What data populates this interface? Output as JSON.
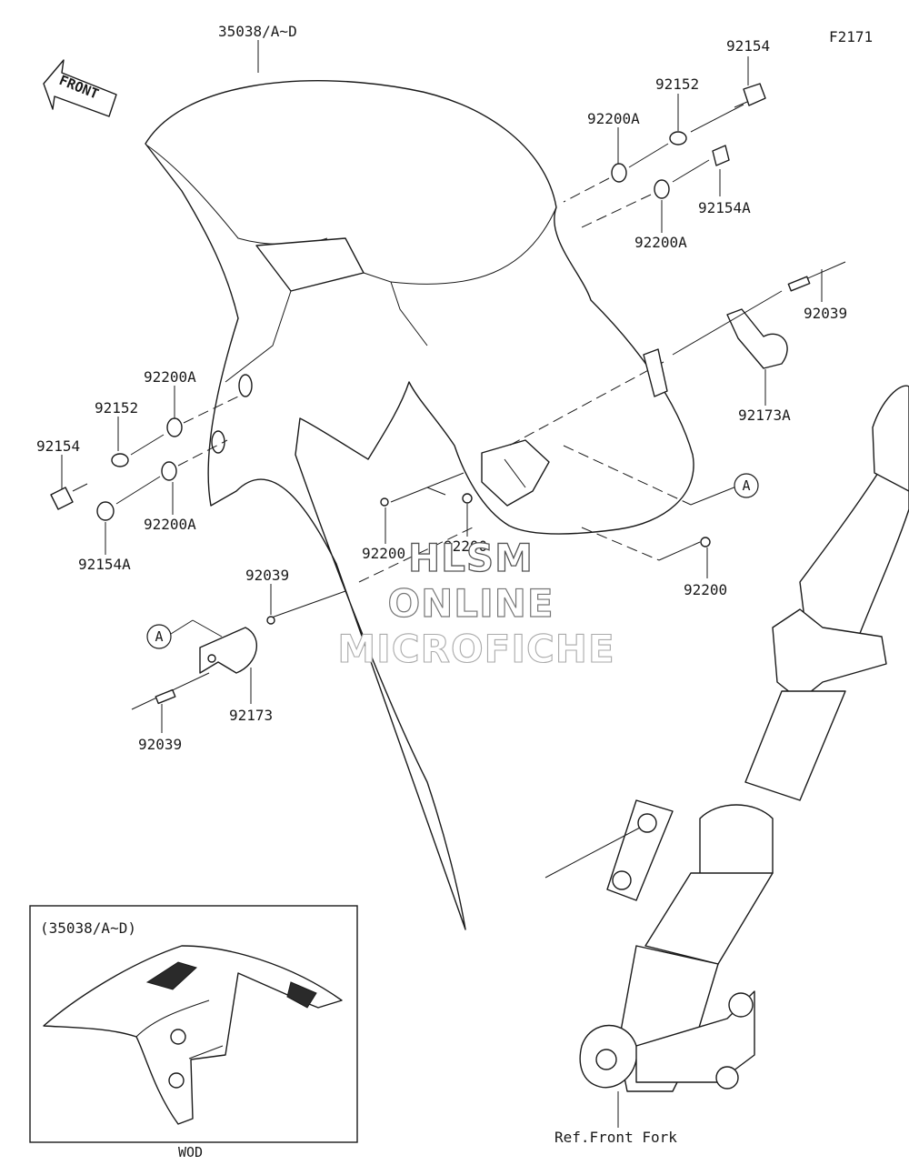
{
  "figure_code": "F2171",
  "front_label": "FRONT",
  "parts": {
    "fender": "35038/A~D",
    "bolt_top": "92154",
    "collar_top": "92152",
    "washer_a_upper": "92200A",
    "washer_a_lower": "92200A",
    "screw_a_top": "92154A",
    "pin_right": "92039",
    "clamp_right": "92173A",
    "washer_a_left_upper": "92200A",
    "collar_left": "92152",
    "bolt_left": "92154",
    "washer_a_left_lower": "92200A",
    "screw_a_left": "92154A",
    "washer_mid_left": "92200",
    "washer_mid": "92200",
    "washer_right": "92200",
    "pin_left_top": "92039",
    "clamp_left": "92173",
    "pin_left_bottom": "92039",
    "fork_ref": "Ref.Front Fork"
  },
  "callouts": {
    "a_right": "A",
    "a_left": "A"
  },
  "inset": {
    "title": "(35038/A~D)",
    "caption": "WOD"
  },
  "watermark": {
    "line1": "HLSM",
    "line2": "ONLINE",
    "line3": "MICROFICHE"
  }
}
